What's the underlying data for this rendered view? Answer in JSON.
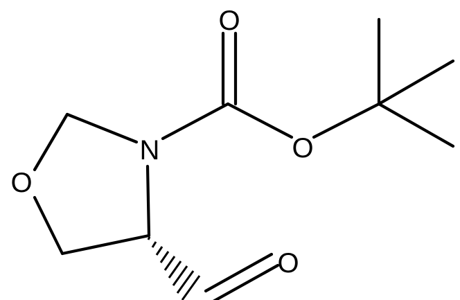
{
  "molecule": {
    "atoms": {
      "ring_oxygen": "O",
      "ring_nitrogen": "N",
      "carbonyl_oxygen_carbamate": "O",
      "ester_oxygen": "O",
      "aldehyde_oxygen": "O"
    }
  },
  "colors": {
    "bond": "#000000",
    "background": "#ffffff"
  }
}
